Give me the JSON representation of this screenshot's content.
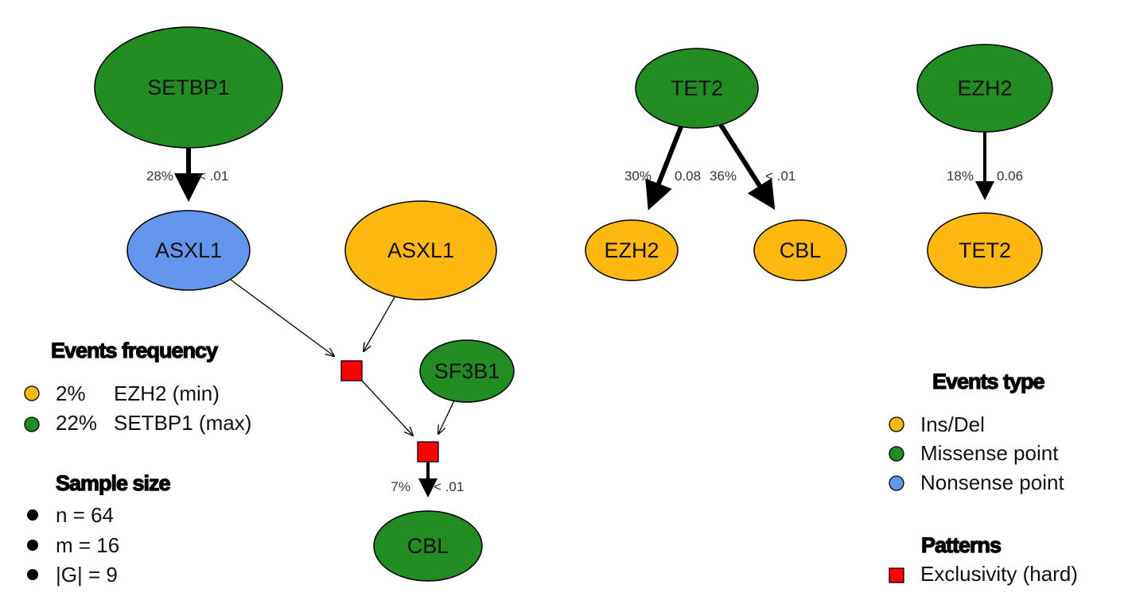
{
  "colors": {
    "ins_del": "#FFB810",
    "missense": "#228B22",
    "nonsense": "#6495ED",
    "exclusivity": "#FF0000",
    "outline": "#000000"
  },
  "nodes": {
    "setbp1": "SETBP1",
    "asxl1_nonsense": "ASXL1",
    "asxl1_insdel": "ASXL1",
    "sf3b1": "SF3B1",
    "cbl_missense": "CBL",
    "tet2_missense": "TET2",
    "ezh2_insdel": "EZH2",
    "cbl_insdel": "CBL",
    "ezh2_missense": "EZH2",
    "tet2_insdel": "TET2"
  },
  "edges": {
    "setbp1_asxl1": {
      "frequency": "28%",
      "pvalue": "< .01"
    },
    "tet2_ezh2": {
      "frequency": "30%",
      "pvalue": "0.08"
    },
    "tet2_cbl": {
      "frequency": "36%",
      "pvalue": "< .01"
    },
    "ezh2_tet2": {
      "frequency": "18%",
      "pvalue": "0.06"
    },
    "pattern_cbl": {
      "frequency": "7%",
      "pvalue": "< .01"
    }
  },
  "legend": {
    "events_frequency": {
      "title": "Events frequency",
      "min_pct": "2%",
      "min_label": "EZH2 (min)",
      "max_pct": "22%",
      "max_label": "SETBP1 (max)"
    },
    "sample_size": {
      "title": "Sample size",
      "items": [
        "n = 64",
        "m = 16",
        "|G| = 9"
      ]
    },
    "events_type": {
      "title": "Events type",
      "items": [
        "Ins/Del",
        "Missense point",
        "Nonsense point"
      ]
    },
    "patterns": {
      "title": "Patterns",
      "items": [
        "Exclusivity (hard)"
      ]
    }
  }
}
